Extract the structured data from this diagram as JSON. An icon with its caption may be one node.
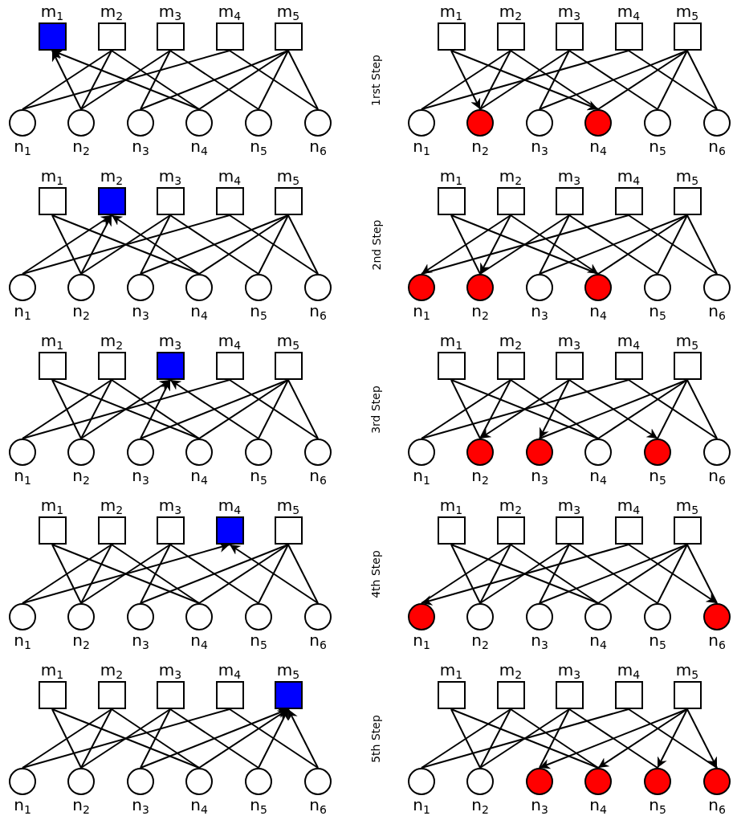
{
  "diagram": {
    "nodes": [
      {
        "text": [
          "m$_{1}$"
        ]
      },
      {
        "text": [
          "m$_{2}$"
        ]
      },
      {
        "text": [
          "m$_{3}$"
        ]
      },
      {
        "text": [
          "m$_{4}$"
        ]
      },
      {
        "text": [
          "m$_{5}$"
        ]
      },
      {
        "text": [
          "n$_{1}$"
        ]
      },
      {
        "text": [
          "n$_{2}$"
        ]
      },
      {
        "text": [
          "n$_{3}$"
        ]
      },
      {
        "text": [
          "n$_{4}$"
        ]
      },
      {
        "text": [
          "n$_{5}$"
        ]
      },
      {
        "text": [
          "n$_{6}$"
        ]
      },
      {
        "text": [
          "m$_{1}$"
        ]
      },
      {
        "text": [
          "m$_{2}$"
        ]
      },
      {
        "text": [
          "m$_{3}$"
        ]
      },
      {
        "text": [
          "m$_{4}$"
        ]
      },
      {
        "text": [
          "m$_{5}$"
        ]
      },
      {
        "text": [
          "n$_{1}$"
        ]
      },
      {
        "text": [
          "n$_{2}$"
        ]
      },
      {
        "text": [
          "n$_{3}$"
        ]
      },
      {
        "text": [
          "n$_{4}$"
        ]
      },
      {
        "text": [
          "n$_{5}$"
        ]
      },
      {
        "text": [
          "n$_{6}$"
        ]
      },
      {
        "text": [
          "m$_{1}$"
        ]
      },
      {
        "text": [
          "m$_{2}$"
        ]
      },
      {
        "text": [
          "m$_{3}$"
        ]
      },
      {
        "text": [
          "m$_{4}$"
        ]
      },
      {
        "text": [
          "m$_{5}$"
        ]
      },
      {
        "text": [
          "n$_{1}$"
        ]
      },
      {
        "text": [
          "n$_{2}$"
        ]
      },
      {
        "text": [
          "n$_{3}$"
        ]
      },
      {
        "text": [
          "n$_{4}$"
        ]
      },
      {
        "text": [
          "n$_{5}$"
        ]
      },
      {
        "text": [
          "n$_{6}$"
        ]
      },
      {
        "text": [
          "m$_{1}$"
        ]
      },
      {
        "text": [
          "m$_{2}$"
        ]
      },
      {
        "text": [
          "m$_{3}$"
        ]
      },
      {
        "text": [
          "m$_{4}$"
        ]
      },
      {
        "text": [
          "m$_{5}$"
        ]
      },
      {
        "text": [
          "n$_{1}$"
        ]
      },
      {
        "text": [
          "n$_{2}$"
        ]
      },
      {
        "text": [
          "n$_{3}$"
        ]
      },
      {
        "text": [
          "n$_{4}$"
        ]
      },
      {
        "text": [
          "n$_{5}$"
        ]
      },
      {
        "text": [
          "n$_{6}$"
        ]
      },
      {
        "text": [
          "m$_{1}$"
        ]
      },
      {
        "text": [
          "m$_{2}$"
        ]
      },
      {
        "text": [
          "m$_{3}$"
        ]
      },
      {
        "text": [
          "m$_{4}$"
        ]
      },
      {
        "text": [
          "m$_{5}$"
        ]
      },
      {
        "text": [
          "n$_{1}$"
        ]
      },
      {
        "text": [
          "n$_{2}$"
        ]
      },
      {
        "text": [
          "n$_{3}$"
        ]
      },
      {
        "text": [
          "n$_{4}$"
        ]
      },
      {
        "text": [
          "n$_{5}$"
        ]
      },
      {
        "text": [
          "n$_{6}$"
        ]
      },
      {
        "text": [
          "m$_{1}$"
        ]
      },
      {
        "text": [
          "m$_{2}$"
        ]
      },
      {
        "text": [
          "m$_{3}$"
        ]
      },
      {
        "text": [
          "m$_{4}$"
        ]
      },
      {
        "text": [
          "m$_{5}$"
        ]
      },
      {
        "text": [
          "n$_{1}$"
        ]
      },
      {
        "text": [
          "n$_{2}$"
        ]
      },
      {
        "text": [
          "n$_{3}$"
        ]
      },
      {
        "text": [
          "n$_{4}$"
        ]
      },
      {
        "text": [
          "n$_{5}$"
        ]
      },
      {
        "text": [
          "n$_{6}$"
        ]
      },
      {
        "text": [
          "m$_{1}$"
        ]
      },
      {
        "text": [
          "m$_{2}$"
        ]
      },
      {
        "text": [
          "m$_{3}$"
        ]
      },
      {
        "text": [
          "m$_{4}$"
        ]
      },
      {
        "text": [
          "m$_{5}$"
        ]
      },
      {
        "text": [
          "n$_{1}$"
        ]
      },
      {
        "text": [
          "n$_{2}$"
        ]
      },
      {
        "text": [
          "n$_{3}$"
        ]
      },
      {
        "text": [
          "n$_{4}$"
        ]
      },
      {
        "text": [
          "n$_{5}$"
        ]
      },
      {
        "text": [
          "n$_{6}$"
        ]
      },
      {
        "text": [
          "m$_{1}$"
        ]
      },
      {
        "text": [
          "m$_{2}$"
        ]
      },
      {
        "text": [
          "m$_{3}$"
        ]
      },
      {
        "text": [
          "m$_{4}$"
        ]
      },
      {
        "text": [
          "m$_{5}$"
        ]
      },
      {
        "text": [
          "n$_{1}$"
        ]
      },
      {
        "text": [
          "n$_{2}$"
        ]
      },
      {
        "text": [
          "n$_{3}$"
        ]
      },
      {
        "text": [
          "n$_{4}$"
        ]
      },
      {
        "text": [
          "n$_{5}$"
        ]
      },
      {
        "text": [
          "n$_{6}$"
        ]
      },
      {
        "text": [
          "m$_{1}$"
        ]
      },
      {
        "text": [
          "m$_{2}$"
        ]
      },
      {
        "text": [
          "m$_{3}$"
        ]
      },
      {
        "text": [
          "m$_{4}$"
        ]
      },
      {
        "text": [
          "m$_{5}$"
        ]
      },
      {
        "text": [
          "n$_{1}$"
        ]
      },
      {
        "text": [
          "n$_{2}$"
        ]
      },
      {
        "text": [
          "n$_{3}$"
        ]
      },
      {
        "text": [
          "n$_{4}$"
        ]
      },
      {
        "text": [
          "n$_{5}$"
        ]
      },
      {
        "text": [
          "n$_{6}$"
        ]
      },
      {
        "text": [
          "m$_{1}$"
        ]
      },
      {
        "text": [
          "m$_{2}$"
        ]
      },
      {
        "text": [
          "m$_{3}$"
        ]
      },
      {
        "text": [
          "m$_{4}$"
        ]
      },
      {
        "text": [
          "m$_{5}$"
        ]
      },
      {
        "text": [
          "n$_{1}$"
        ]
      },
      {
        "text": [
          "n$_{2}$"
        ]
      },
      {
        "text": [
          "n$_{3}$"
        ]
      },
      {
        "text": [
          "n$_{4}$"
        ]
      },
      {
        "text": [
          "n$_{5}$"
        ]
      },
      {
        "text": [
          "n$_{6}$"
        ]
      }
    ],
    "edges": [
      {
        "from": 6,
        "to": 0,
        "arrow": "to"
      },
      {
        "from": 8,
        "to": 0,
        "arrow": "to"
      },
      {
        "from": 1,
        "to": 5,
        "arrow": "none"
      },
      {
        "from": 1,
        "to": 6,
        "arrow": "none"
      },
      {
        "from": 1,
        "to": 8,
        "arrow": "none"
      },
      {
        "from": 2,
        "to": 6,
        "arrow": "none"
      },
      {
        "from": 2,
        "to": 7,
        "arrow": "none"
      },
      {
        "from": 2,
        "to": 9,
        "arrow": "none"
      },
      {
        "from": 3,
        "to": 5,
        "arrow": "none"
      },
      {
        "from": 3,
        "to": 10,
        "arrow": "none"
      },
      {
        "from": 4,
        "to": 7,
        "arrow": "none"
      },
      {
        "from": 4,
        "to": 8,
        "arrow": "none"
      },
      {
        "from": 4,
        "to": 9,
        "arrow": "none"
      },
      {
        "from": 4,
        "to": 10,
        "arrow": "none"
      },
      {
        "from": 11,
        "to": 17,
        "arrow": "to"
      },
      {
        "from": 11,
        "to": 19,
        "arrow": "to"
      },
      {
        "from": 12,
        "to": 16,
        "arrow": "none"
      },
      {
        "from": 12,
        "to": 17,
        "arrow": "none"
      },
      {
        "from": 12,
        "to": 19,
        "arrow": "none"
      },
      {
        "from": 13,
        "to": 17,
        "arrow": "none"
      },
      {
        "from": 13,
        "to": 18,
        "arrow": "none"
      },
      {
        "from": 13,
        "to": 20,
        "arrow": "none"
      },
      {
        "from": 14,
        "to": 16,
        "arrow": "none"
      },
      {
        "from": 14,
        "to": 21,
        "arrow": "none"
      },
      {
        "from": 15,
        "to": 18,
        "arrow": "none"
      },
      {
        "from": 15,
        "to": 19,
        "arrow": "none"
      },
      {
        "from": 15,
        "to": 20,
        "arrow": "none"
      },
      {
        "from": 15,
        "to": 21,
        "arrow": "none"
      },
      {
        "from": 22,
        "to": 28,
        "arrow": "none"
      },
      {
        "from": 22,
        "to": 30,
        "arrow": "none"
      },
      {
        "from": 27,
        "to": 23,
        "arrow": "to"
      },
      {
        "from": 28,
        "to": 23,
        "arrow": "to"
      },
      {
        "from": 30,
        "to": 23,
        "arrow": "to"
      },
      {
        "from": 24,
        "to": 28,
        "arrow": "none"
      },
      {
        "from": 24,
        "to": 29,
        "arrow": "none"
      },
      {
        "from": 24,
        "to": 31,
        "arrow": "none"
      },
      {
        "from": 25,
        "to": 27,
        "arrow": "none"
      },
      {
        "from": 25,
        "to": 32,
        "arrow": "none"
      },
      {
        "from": 26,
        "to": 29,
        "arrow": "none"
      },
      {
        "from": 26,
        "to": 30,
        "arrow": "none"
      },
      {
        "from": 26,
        "to": 31,
        "arrow": "none"
      },
      {
        "from": 26,
        "to": 32,
        "arrow": "none"
      },
      {
        "from": 33,
        "to": 39,
        "arrow": "none"
      },
      {
        "from": 33,
        "to": 41,
        "arrow": "none"
      },
      {
        "from": 34,
        "to": 38,
        "arrow": "to"
      },
      {
        "from": 34,
        "to": 39,
        "arrow": "to"
      },
      {
        "from": 34,
        "to": 41,
        "arrow": "to"
      },
      {
        "from": 35,
        "to": 39,
        "arrow": "none"
      },
      {
        "from": 35,
        "to": 40,
        "arrow": "none"
      },
      {
        "from": 35,
        "to": 42,
        "arrow": "none"
      },
      {
        "from": 36,
        "to": 38,
        "arrow": "none"
      },
      {
        "from": 36,
        "to": 43,
        "arrow": "none"
      },
      {
        "from": 37,
        "to": 40,
        "arrow": "none"
      },
      {
        "from": 37,
        "to": 41,
        "arrow": "none"
      },
      {
        "from": 37,
        "to": 42,
        "arrow": "none"
      },
      {
        "from": 37,
        "to": 43,
        "arrow": "none"
      },
      {
        "from": 44,
        "to": 50,
        "arrow": "none"
      },
      {
        "from": 44,
        "to": 52,
        "arrow": "none"
      },
      {
        "from": 45,
        "to": 49,
        "arrow": "none"
      },
      {
        "from": 45,
        "to": 50,
        "arrow": "none"
      },
      {
        "from": 45,
        "to": 52,
        "arrow": "none"
      },
      {
        "from": 50,
        "to": 46,
        "arrow": "to"
      },
      {
        "from": 51,
        "to": 46,
        "arrow": "to"
      },
      {
        "from": 53,
        "to": 46,
        "arrow": "to"
      },
      {
        "from": 47,
        "to": 49,
        "arrow": "none"
      },
      {
        "from": 47,
        "to": 54,
        "arrow": "none"
      },
      {
        "from": 48,
        "to": 51,
        "arrow": "none"
      },
      {
        "from": 48,
        "to": 52,
        "arrow": "none"
      },
      {
        "from": 48,
        "to": 53,
        "arrow": "none"
      },
      {
        "from": 48,
        "to": 54,
        "arrow": "none"
      },
      {
        "from": 55,
        "to": 61,
        "arrow": "none"
      },
      {
        "from": 55,
        "to": 63,
        "arrow": "none"
      },
      {
        "from": 56,
        "to": 60,
        "arrow": "none"
      },
      {
        "from": 56,
        "to": 61,
        "arrow": "none"
      },
      {
        "from": 56,
        "to": 63,
        "arrow": "none"
      },
      {
        "from": 57,
        "to": 61,
        "arrow": "to"
      },
      {
        "from": 57,
        "to": 62,
        "arrow": "to"
      },
      {
        "from": 57,
        "to": 64,
        "arrow": "to"
      },
      {
        "from": 58,
        "to": 60,
        "arrow": "none"
      },
      {
        "from": 58,
        "to": 65,
        "arrow": "none"
      },
      {
        "from": 59,
        "to": 62,
        "arrow": "none"
      },
      {
        "from": 59,
        "to": 63,
        "arrow": "none"
      },
      {
        "from": 59,
        "to": 64,
        "arrow": "none"
      },
      {
        "from": 59,
        "to": 65,
        "arrow": "none"
      },
      {
        "from": 66,
        "to": 72,
        "arrow": "none"
      },
      {
        "from": 66,
        "to": 74,
        "arrow": "none"
      },
      {
        "from": 67,
        "to": 71,
        "arrow": "none"
      },
      {
        "from": 67,
        "to": 72,
        "arrow": "none"
      },
      {
        "from": 67,
        "to": 74,
        "arrow": "none"
      },
      {
        "from": 68,
        "to": 72,
        "arrow": "none"
      },
      {
        "from": 68,
        "to": 73,
        "arrow": "none"
      },
      {
        "from": 68,
        "to": 75,
        "arrow": "none"
      },
      {
        "from": 71,
        "to": 69,
        "arrow": "to"
      },
      {
        "from": 76,
        "to": 69,
        "arrow": "to"
      },
      {
        "from": 70,
        "to": 73,
        "arrow": "none"
      },
      {
        "from": 70,
        "to": 74,
        "arrow": "none"
      },
      {
        "from": 70,
        "to": 75,
        "arrow": "none"
      },
      {
        "from": 70,
        "to": 76,
        "arrow": "none"
      },
      {
        "from": 77,
        "to": 83,
        "arrow": "none"
      },
      {
        "from": 77,
        "to": 85,
        "arrow": "none"
      },
      {
        "from": 78,
        "to": 82,
        "arrow": "none"
      },
      {
        "from": 78,
        "to": 83,
        "arrow": "none"
      },
      {
        "from": 78,
        "to": 85,
        "arrow": "none"
      },
      {
        "from": 79,
        "to": 83,
        "arrow": "none"
      },
      {
        "from": 79,
        "to": 84,
        "arrow": "none"
      },
      {
        "from": 79,
        "to": 86,
        "arrow": "none"
      },
      {
        "from": 80,
        "to": 82,
        "arrow": "to"
      },
      {
        "from": 80,
        "to": 87,
        "arrow": "to"
      },
      {
        "from": 81,
        "to": 84,
        "arrow": "none"
      },
      {
        "from": 81,
        "to": 85,
        "arrow": "none"
      },
      {
        "from": 81,
        "to": 86,
        "arrow": "none"
      },
      {
        "from": 81,
        "to": 87,
        "arrow": "none"
      },
      {
        "from": 88,
        "to": 94,
        "arrow": "none"
      },
      {
        "from": 88,
        "to": 96,
        "arrow": "none"
      },
      {
        "from": 89,
        "to": 93,
        "arrow": "none"
      },
      {
        "from": 89,
        "to": 94,
        "arrow": "none"
      },
      {
        "from": 89,
        "to": 96,
        "arrow": "none"
      },
      {
        "from": 90,
        "to": 94,
        "arrow": "none"
      },
      {
        "from": 90,
        "to": 95,
        "arrow": "none"
      },
      {
        "from": 90,
        "to": 97,
        "arrow": "none"
      },
      {
        "from": 91,
        "to": 93,
        "arrow": "none"
      },
      {
        "from": 91,
        "to": 98,
        "arrow": "none"
      },
      {
        "from": 95,
        "to": 92,
        "arrow": "to"
      },
      {
        "from": 96,
        "to": 92,
        "arrow": "to"
      },
      {
        "from": 97,
        "to": 92,
        "arrow": "to"
      },
      {
        "from": 98,
        "to": 92,
        "arrow": "to"
      },
      {
        "from": 99,
        "to": 105,
        "arrow": "none"
      },
      {
        "from": 99,
        "to": 107,
        "arrow": "none"
      },
      {
        "from": 100,
        "to": 104,
        "arrow": "none"
      },
      {
        "from": 100,
        "to": 105,
        "arrow": "none"
      },
      {
        "from": 100,
        "to": 107,
        "arrow": "none"
      },
      {
        "from": 101,
        "to": 105,
        "arrow": "none"
      },
      {
        "from": 101,
        "to": 106,
        "arrow": "none"
      },
      {
        "from": 101,
        "to": 108,
        "arrow": "none"
      },
      {
        "from": 102,
        "to": 104,
        "arrow": "none"
      },
      {
        "from": 102,
        "to": 109,
        "arrow": "none"
      },
      {
        "from": 103,
        "to": 106,
        "arrow": "to"
      },
      {
        "from": 103,
        "to": 107,
        "arrow": "to"
      },
      {
        "from": 103,
        "to": 108,
        "arrow": "to"
      },
      {
        "from": 103,
        "to": 109,
        "arrow": "to"
      }
    ],
    "labels": [
      "1rst Step",
      "2nd Step",
      "3rd Step",
      "4th Step",
      "5th Step"
    ]
  }
}
